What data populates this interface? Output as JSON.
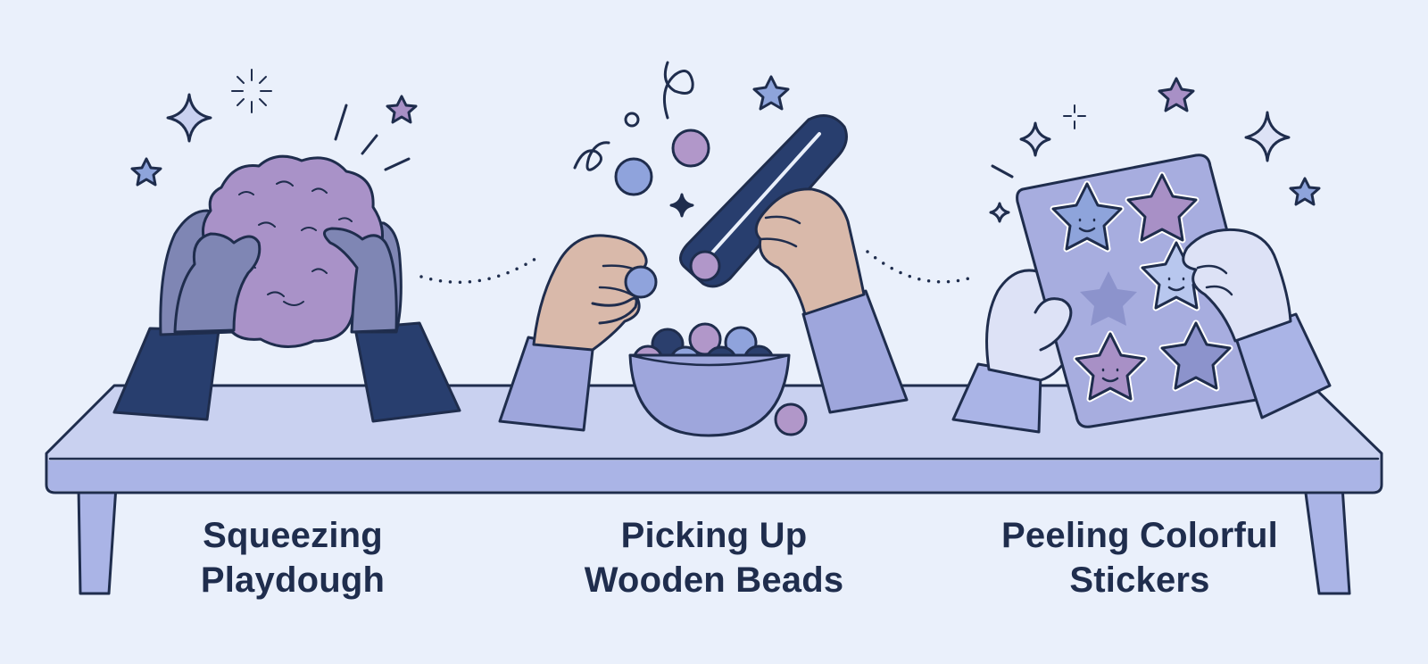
{
  "activities": [
    {
      "id": "playdough",
      "caption": [
        "Squeezing",
        "Playdough"
      ]
    },
    {
      "id": "beads",
      "caption": [
        "Picking Up",
        "Wooden Beads"
      ]
    },
    {
      "id": "stickers",
      "caption": [
        "Peeling Colorful",
        "Stickers"
      ]
    }
  ],
  "colors": {
    "background": "#eaf0fb",
    "outline": "#1f2d4d",
    "table_top": "#c9d1f0",
    "table_edge": "#aab4e6",
    "sleeve_navy": "#283e6e",
    "sleeve_lavender": "#9ea6dc",
    "hand_gray": "#7f86b4",
    "hand_skin": "#d9b9aa",
    "hand_pale": "#dde2f6",
    "playdough": "#a992c8",
    "bead_blue": "#8fa3dc",
    "bead_pink": "#b197c9",
    "bead_navy": "#2b3f6d",
    "sticker_sheet": "#a7addf",
    "star_blue": "#8ea4db",
    "star_purple": "#a890c6"
  }
}
